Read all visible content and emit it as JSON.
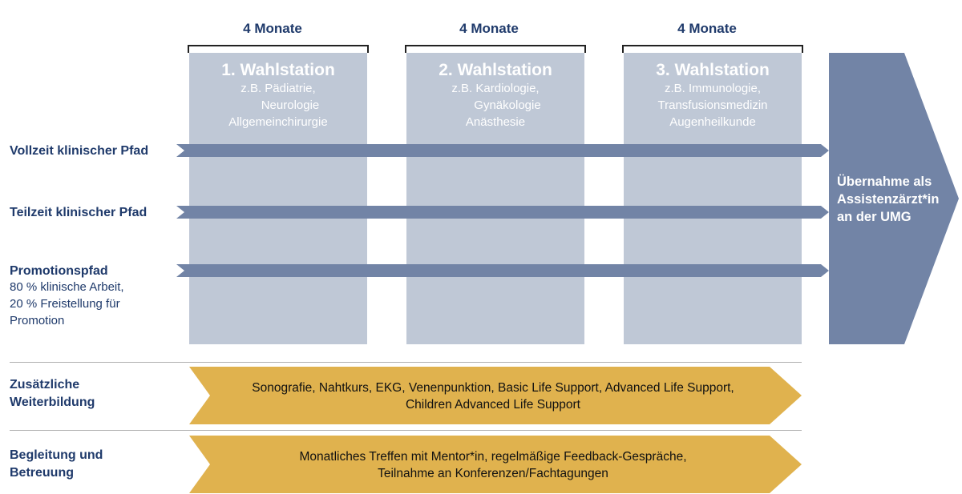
{
  "durations": [
    "4 Monate",
    "4 Monate",
    "4 Monate"
  ],
  "stations": [
    {
      "title": "1. Wahlstation",
      "lines": [
        "z.B. Pädiatrie,",
        "Neurologie",
        "Allgemeinchirurgie"
      ]
    },
    {
      "title": "2. Wahlstation",
      "lines": [
        "z.B. Kardiologie,",
        "Gynäkologie",
        "Anästhesie"
      ]
    },
    {
      "title": "3. Wahlstation",
      "lines": [
        "z.B. Immunologie,",
        "Transfusionsmedizin",
        "Augenheilkunde"
      ]
    }
  ],
  "paths": {
    "vollzeit": "Vollzeit klinischer Pfad",
    "teilzeit": "Teilzeit klinischer Pfad",
    "promotion": {
      "title": "Promotionspfad",
      "lines": [
        "80 % klinische Arbeit,",
        "20 % Freistellung für",
        "Promotion"
      ]
    }
  },
  "outcome": [
    "Übernahme als",
    "Assistenzärzt*in",
    "an der UMG"
  ],
  "weiterbildung": {
    "label": [
      "Zusätzliche",
      "Weiterbildung"
    ],
    "text": [
      "Sonografie, Nahtkurs, EKG, Venenpunktion, Basic Life Support, Advanced Life Support,",
      "Children Advanced Life Support"
    ]
  },
  "begleitung": {
    "label": [
      "Begleitung und",
      "Betreuung"
    ],
    "text": [
      "Monatliches Treffen mit Mentor*in, regelmäßige Feedback-Gespräche,",
      "Teilnahme an Konferenzen/Fachtagungen"
    ]
  },
  "colors": {
    "station_box": "#bfc8d6",
    "path_arrow": "#7284a6",
    "outcome_arrow": "#7284a6",
    "gold_arrow": "#e0b24e",
    "text_blue": "#1f3a6b"
  }
}
